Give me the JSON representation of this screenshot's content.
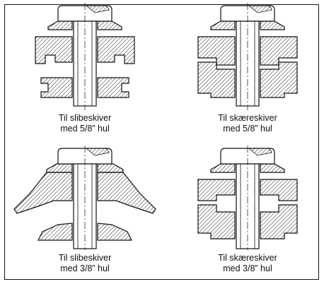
{
  "figures": [
    {
      "line1": "Til slibeskiver",
      "line2": "med 5/8” hul"
    },
    {
      "line1": "Til skæreskiver",
      "line2": "med 5/8” hul"
    },
    {
      "line1": "Til slibeskiver",
      "line2": "med 3/8” hul"
    },
    {
      "line1": "Til skæreskiver",
      "line2": "med 3/8” hul"
    }
  ]
}
